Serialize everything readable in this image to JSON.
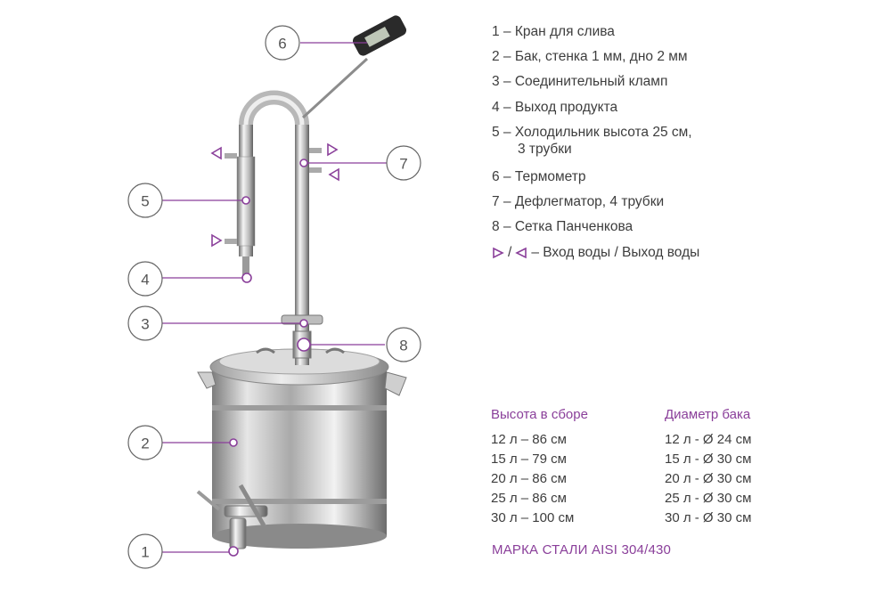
{
  "legend": {
    "items": [
      "1 – Кран для слива",
      "2 – Бак, стенка 1 мм, дно 2 мм",
      "3 – Соединительный кламп",
      "4 – Выход продукта",
      "5 – Холодильник высота 25 см,",
      "6 – Термометр",
      "7 – Дефлегматор, 4 трубки",
      "8 – Сетка Панченкова"
    ],
    "item5_line2": "3 трубки",
    "water_slash": "/",
    "water_text": "– Вход воды / Выход воды"
  },
  "callouts": [
    "1",
    "2",
    "3",
    "4",
    "5",
    "6",
    "7",
    "8"
  ],
  "height_table": {
    "header": "Высота в сборе",
    "rows": [
      "12 л – 86 см",
      "15 л – 79 см",
      "20 л – 86 см",
      "25 л – 86 см",
      "30 л – 100 см"
    ]
  },
  "diameter_table": {
    "header": "Диаметр бака",
    "rows": [
      "12 л - Ø 24 см",
      "15 л - Ø 30 см",
      "20 л - Ø 30 см",
      "25 л - Ø 30 см",
      "30 л - Ø 30 см"
    ]
  },
  "steel_grade": "МАРКА СТАЛИ AISI 304/430",
  "colors": {
    "accent": "#8a3f9a",
    "text": "#3d3d3d",
    "circle_stroke": "#666666"
  }
}
